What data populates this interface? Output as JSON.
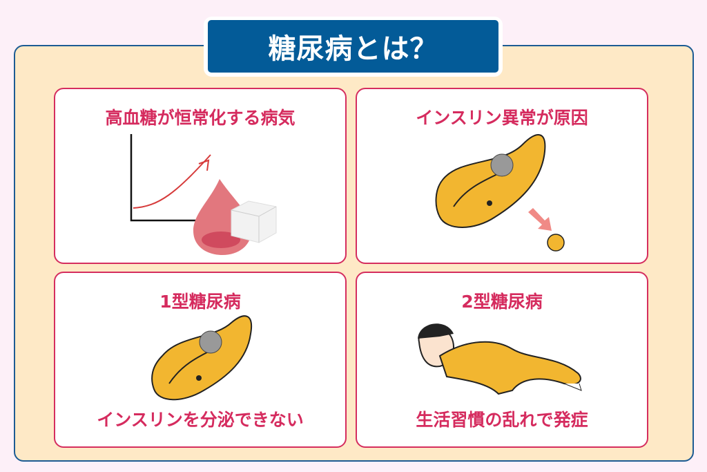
{
  "title": "糖尿病とは？",
  "cards": [
    {
      "title": "高血糖が恒常化する病気"
    },
    {
      "title": "インスリン異常が原因"
    },
    {
      "title": "1型糖尿病",
      "caption": "インスリンを分泌できない"
    },
    {
      "title": "2型糖尿病",
      "caption": "生活習慣の乱れで発症"
    }
  ],
  "colors": {
    "accent": "#d52d5e",
    "title_bg": "#035b98",
    "frame_bg": "#fee9c6",
    "pancreas": "#f2b630"
  }
}
